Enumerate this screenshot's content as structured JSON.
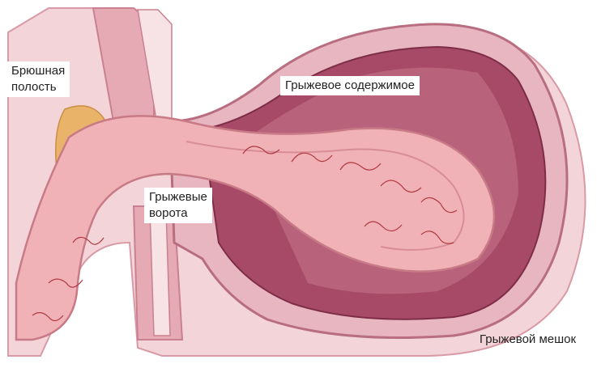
{
  "labels": {
    "abdominal_cavity": "Брюшная\nполость",
    "hernia_contents": "Грыжевое содержимое",
    "hernia_gate": "Грыжевые\nворота",
    "hernia_sac": "Грыжевой мешок"
  },
  "colors": {
    "background": "#ffffff",
    "wall_light": "#f3d4d8",
    "wall_pink": "#e6aab4",
    "sac_dark": "#a74a68",
    "sac_inner": "#c06c85",
    "intestine": "#f0b2b6",
    "intestine_edge": "#c87a86",
    "vessels": "#b03a42",
    "fat": "#e9b36a"
  }
}
